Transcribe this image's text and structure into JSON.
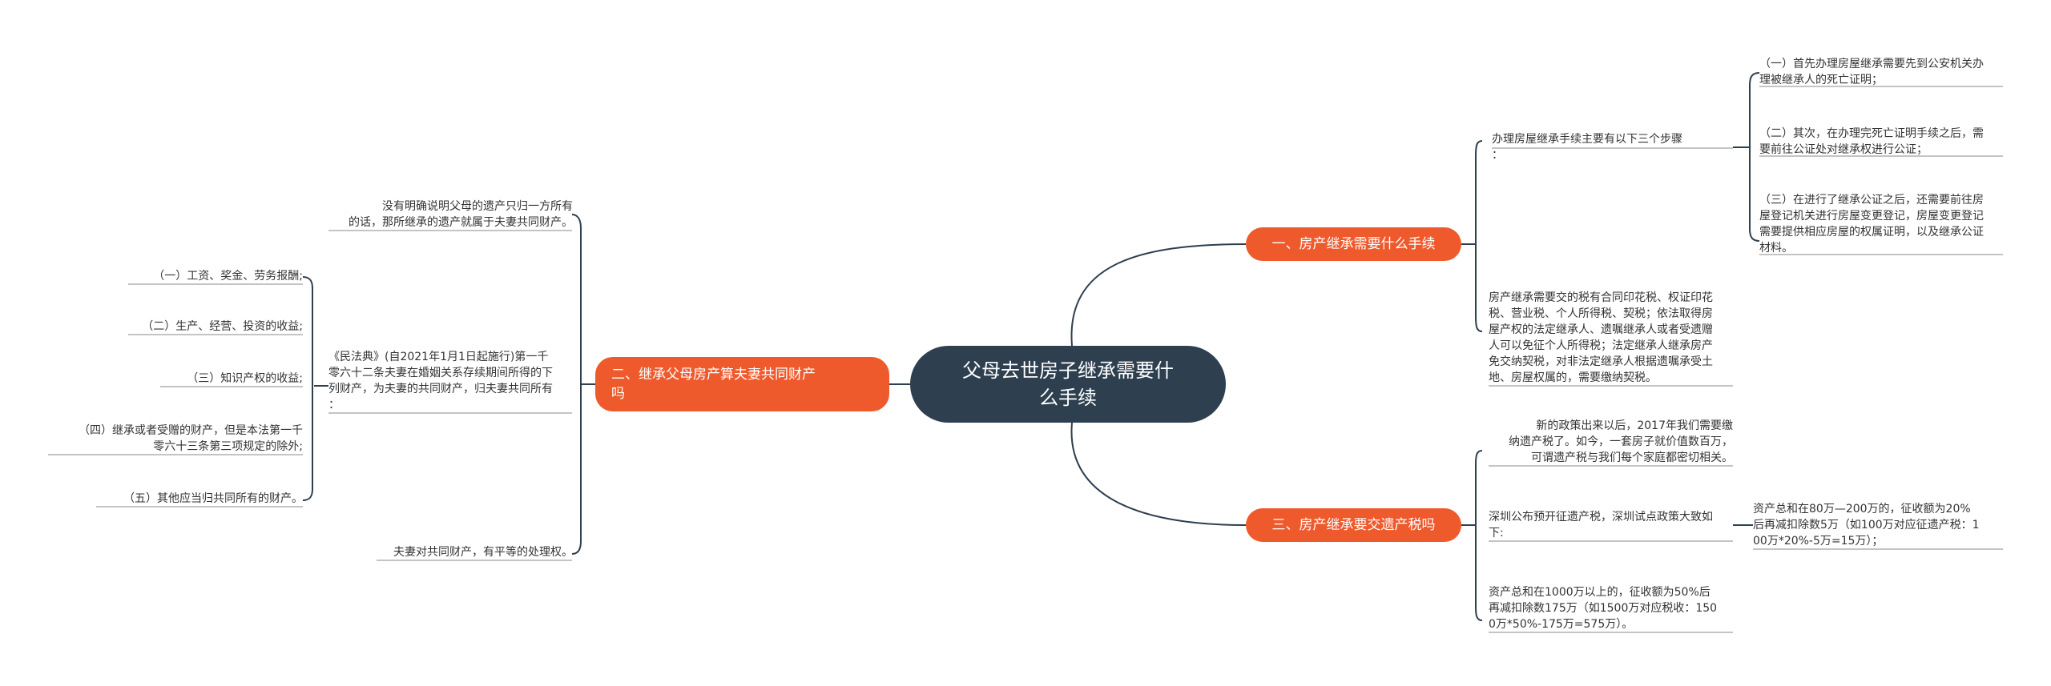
{
  "root": {
    "title": "父母去世房子继承需要什\n么手续"
  },
  "branches": [
    {
      "label": "一、房产继承需要什么手续",
      "children": [
        {
          "text": "办理房屋继承手续主要有以下三个步骤\n：",
          "children": [
            "（一）首先办理房屋继承需要先到公安机关办\n理被继承人的死亡证明；",
            "（二）其次，在办理完死亡证明手续之后，需\n要前往公证处对继承权进行公证；",
            "（三）在进行了继承公证之后，还需要前往房\n屋登记机关进行房屋变更登记，房屋变更登记\n需要提供相应房屋的权属证明，以及继承公证\n材料。"
          ]
        },
        {
          "text": "房产继承需要交的税有合同印花税、权证印花\n税、营业税、个人所得税、契税；依法取得房\n屋产权的法定继承人、遗嘱继承人或者受遗赠\n人可以免征个人所得税；法定继承人继承房产\n免交纳契税，对非法定继承人根据遗嘱承受土\n地、房屋权属的，需要缴纳契税。",
          "children": []
        }
      ]
    },
    {
      "label": "二、继承父母房产算夫妻共同财产\n吗",
      "children": [
        {
          "text": "没有明确说明父母的遗产只归一方所有\n的话，那所继承的遗产就属于夫妻共同财产。",
          "children": []
        },
        {
          "text": "《民法典》(自2021年1月1日起施行)第一千\n零六十二条夫妻在婚姻关系存续期间所得的下\n列财产，为夫妻的共同财产，归夫妻共同所有\n：",
          "children": [
            "（一）工资、奖金、劳务报酬;",
            "（二）生产、经营、投资的收益;",
            "（三）知识产权的收益;",
            "（四）继承或者受赠的财产，但是本法第一千\n零六十三条第三项规定的除外;",
            "（五）其他应当归共同所有的财产。"
          ]
        },
        {
          "text": "夫妻对共同财产，有平等的处理权。",
          "children": []
        }
      ]
    },
    {
      "label": "三、房产继承要交遗产税吗",
      "children": [
        {
          "text": "新的政策出来以后，2017年我们需要缴\n纳遗产税了。如今，一套房子就价值数百万，\n可谓遗产税与我们每个家庭都密切相关。",
          "children": []
        },
        {
          "text": "深圳公布预开征遗产税，深圳试点政策大致如\n下:",
          "children": [
            "资产总和在80万—200万的，征收额为20%\n后再减扣除数5万（如100万对应征遗产税：1\n00万*20%-5万=15万）；"
          ]
        },
        {
          "text": "资产总和在1000万以上的，征收额为50%后\n再减扣除数175万（如1500万对应税收：150\n0万*50%-175万=575万）。",
          "children": []
        }
      ]
    }
  ]
}
